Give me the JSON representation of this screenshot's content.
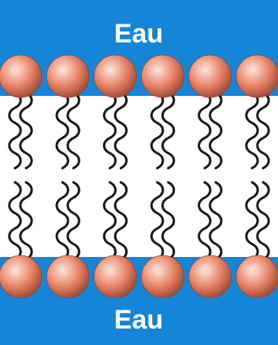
{
  "water_top_label": "Eau",
  "water_bottom_label": "Eau",
  "colors": {
    "water": "#1585d8",
    "lipid_head": "#e88466",
    "lipid_head_highlight": "#fde6dc",
    "lipid_head_shadow": "#9a4632",
    "lipid_tail": "#1a1a1a",
    "membrane_core": "#ffffff"
  },
  "lipid_heads_per_leaflet": 6,
  "tails_per_head": 2,
  "leaflets": [
    "top",
    "bottom"
  ]
}
